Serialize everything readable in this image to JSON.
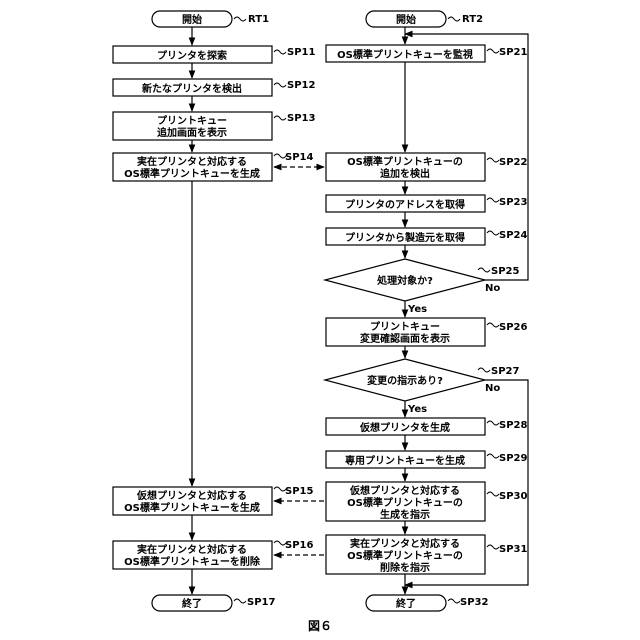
{
  "figure_caption": "図６",
  "left_flow": {
    "start": {
      "label": "開始",
      "step": "RT1"
    },
    "sp11": {
      "label": "プリンタを探索",
      "step": "SP11"
    },
    "sp12": {
      "label": "新たなプリンタを検出",
      "step": "SP12"
    },
    "sp13": {
      "line1": "プリントキュー",
      "line2": "追加画面を表示",
      "step": "SP13"
    },
    "sp14": {
      "line1": "実在プリンタと対応する",
      "line2": "OS標準プリントキューを生成",
      "step": "SP14"
    },
    "sp15": {
      "line1": "仮想プリンタと対応する",
      "line2": "OS標準プリントキューを生成",
      "step": "SP15"
    },
    "sp16": {
      "line1": "実在プリンタと対応する",
      "line2": "OS標準プリントキューを削除",
      "step": "SP16"
    },
    "end": {
      "label": "終了",
      "step": "SP17"
    }
  },
  "right_flow": {
    "start": {
      "label": "開始",
      "step": "RT2"
    },
    "sp21": {
      "label": "OS標準プリントキューを監視",
      "step": "SP21"
    },
    "sp22": {
      "line1": "OS標準プリントキューの",
      "line2": "追加を検出",
      "step": "SP22"
    },
    "sp23": {
      "label": "プリンタのアドレスを取得",
      "step": "SP23"
    },
    "sp24": {
      "label": "プリンタから製造元を取得",
      "step": "SP24"
    },
    "sp25": {
      "label": "処理対象か?",
      "step": "SP25",
      "yes": "Yes",
      "no": "No"
    },
    "sp26": {
      "line1": "プリントキュー",
      "line2": "変更確認画面を表示",
      "step": "SP26"
    },
    "sp27": {
      "label": "変更の指示あり?",
      "step": "SP27",
      "yes": "Yes",
      "no": "No"
    },
    "sp28": {
      "label": "仮想プリンタを生成",
      "step": "SP28"
    },
    "sp29": {
      "label": "専用プリントキューを生成",
      "step": "SP29"
    },
    "sp30": {
      "line1": "仮想プリンタと対応する",
      "line2": "OS標準プリントキューの",
      "line3": "生成を指示",
      "step": "SP30"
    },
    "sp31": {
      "line1": "実在プリンタと対応する",
      "line2": "OS標準プリントキューの",
      "line3": "削除を指示",
      "step": "SP31"
    },
    "end": {
      "label": "終了",
      "step": "SP32"
    }
  }
}
